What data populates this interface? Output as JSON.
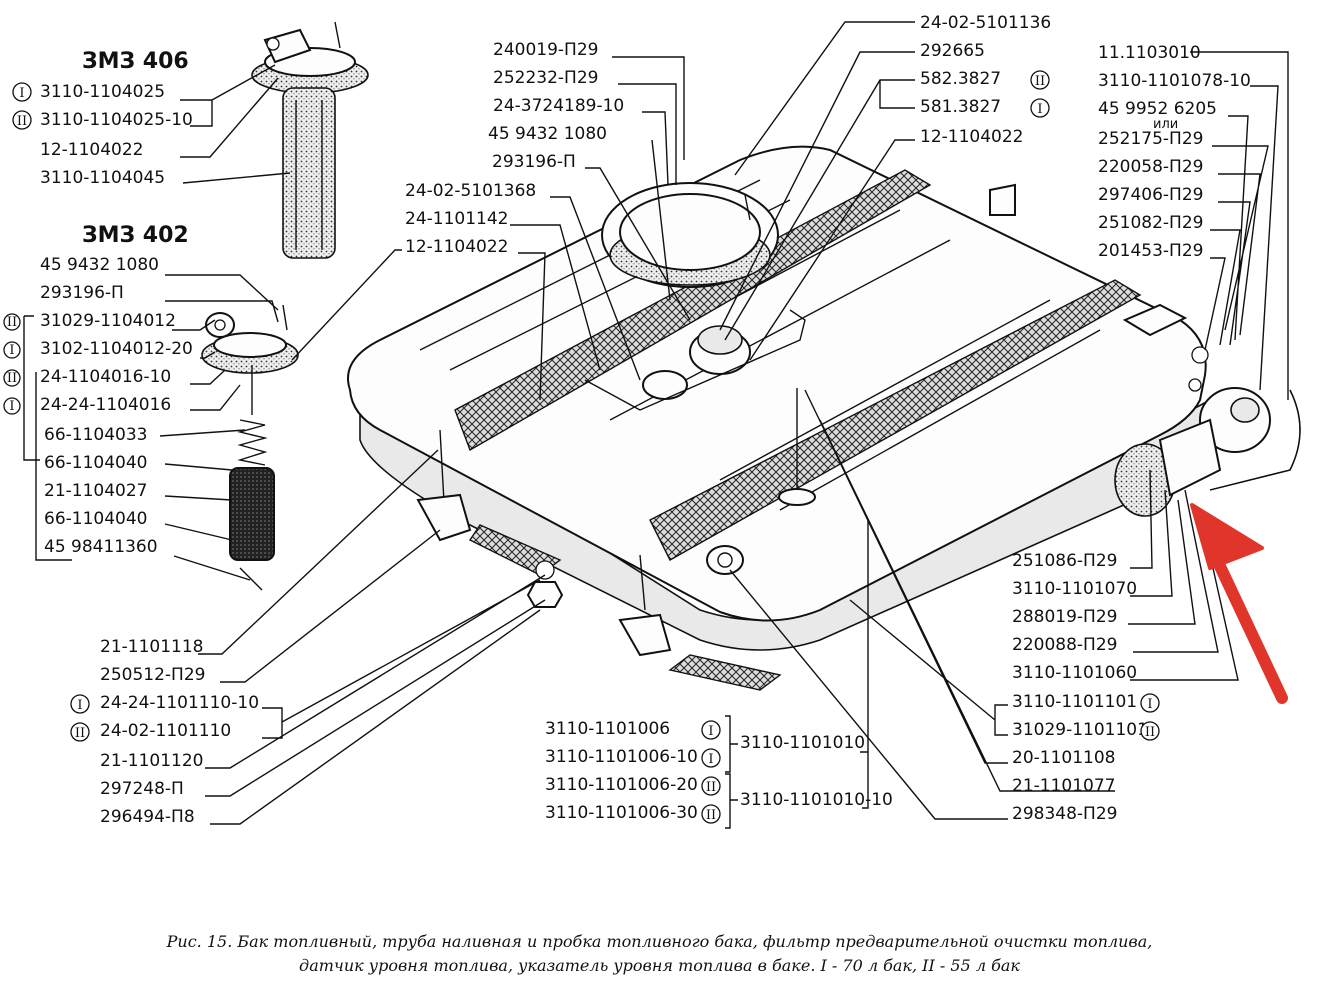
{
  "colors": {
    "arrow": "#e0352b",
    "ink": "#111111"
  },
  "headers": {
    "zmz406": "ЗМЗ 406",
    "zmz402": "ЗМЗ 402"
  },
  "roman": {
    "one": "I",
    "two": "II"
  },
  "labels_406": [
    "3110-1104025",
    "3110-1104025-10",
    "12-1104022",
    "3110-1104045"
  ],
  "labels_402": [
    "45 9432 1080",
    "293196-П",
    "31029-1104012",
    "3102-1104012-20",
    "24-1104016-10",
    "24-24-1104016",
    "66-1104033",
    "66-1104040",
    "21-1104027",
    "66-1104040",
    "45 98411360"
  ],
  "labels_top": [
    "240019-П29",
    "252232-П29",
    "24-3724189-10",
    "45 9432 1080",
    "293196-П",
    "24-02-5101368",
    "24-1101142",
    "12-1104022"
  ],
  "labels_top_right": [
    "24-02-5101136",
    "292665",
    "582.3827",
    "581.3827",
    "12-1104022"
  ],
  "labels_right": [
    "11.1103010",
    "3110-1101078-10",
    "45 9952 6205",
    "или",
    "252175-П29",
    "220058-П29",
    "297406-П29",
    "251082-П29",
    "201453-П29"
  ],
  "labels_bottom_right": [
    "251086-П29",
    "3110-1101070",
    "288019-П29",
    "220088-П29",
    "3110-1101060",
    "3110-1101101",
    "31029-1101101",
    "20-1101108",
    "21-1101077",
    "298348-П29"
  ],
  "labels_bottom_left": [
    "21-1101118",
    "250512-П29",
    "24-24-1101110-10",
    "24-02-1101110",
    "21-1101120",
    "297248-П",
    "296494-П8"
  ],
  "labels_bottom_center": [
    "3110-1101006",
    "3110-1101006-10",
    "3110-1101006-20",
    "3110-1101006-30",
    "3110-1101010",
    "3110-1101010-10"
  ],
  "caption": {
    "line1": "Рис. 15. Бак топливный, труба наливная и пробка топливного бака, фильтр предварительной очистки топлива,",
    "line2": "датчик уровня топлива, указатель уровня топлива в баке. I - 70 л бак, II - 55 л бак"
  }
}
